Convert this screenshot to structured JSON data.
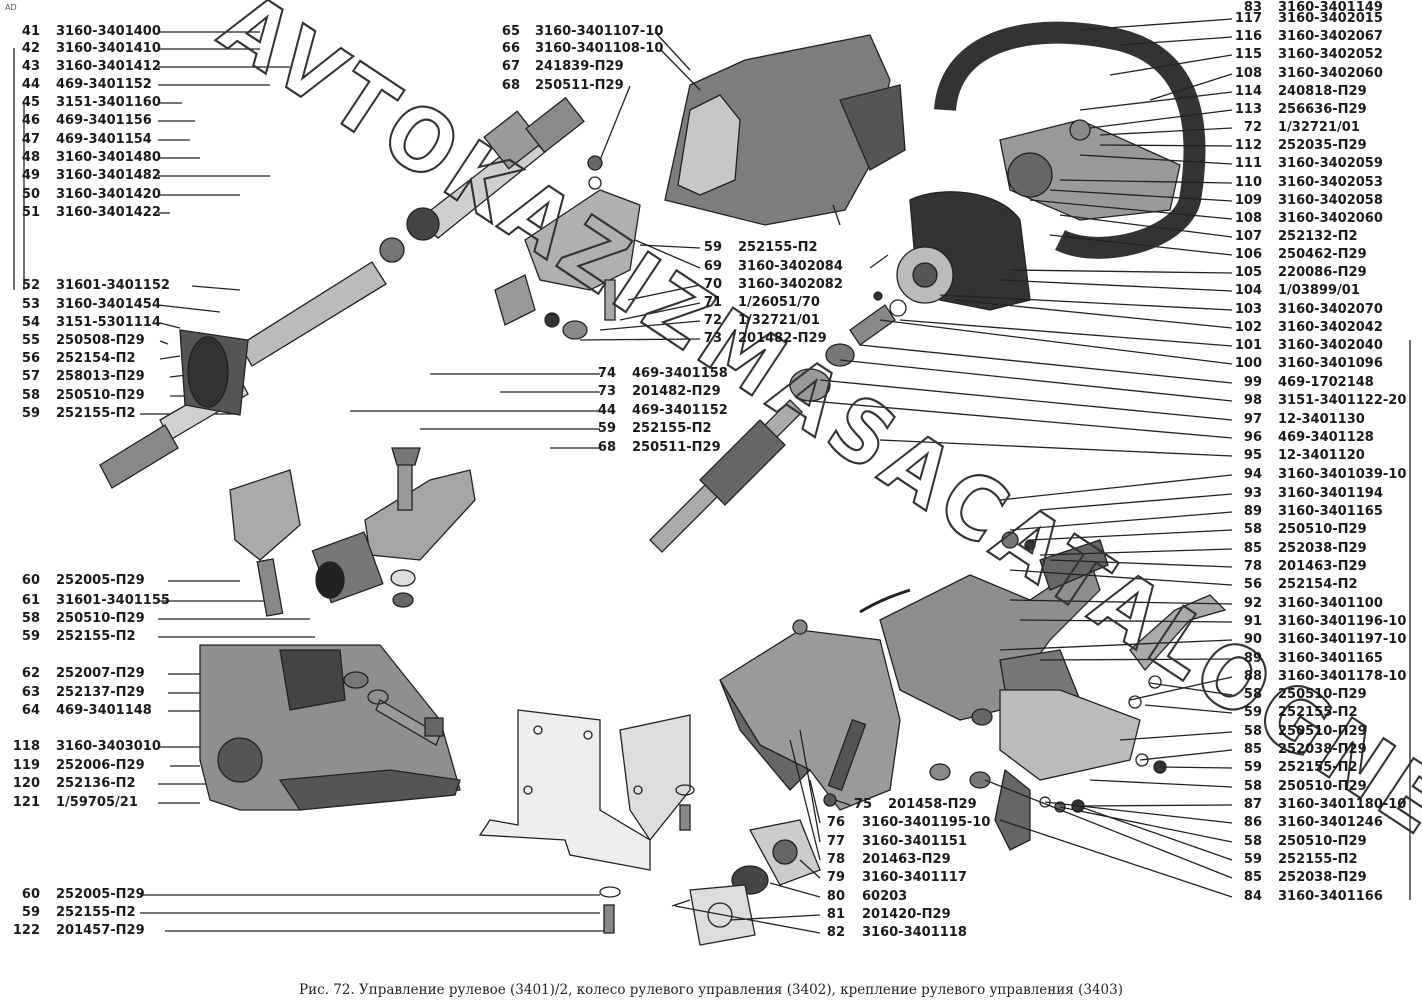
{
  "corner_mark": "AD",
  "caption": "Рис. 72. Управление рулевое (3401)/2, колесо рулевого управления (3402), крепление рулевого управления (3403)",
  "watermark": "AVTOKAZIZMASACATALOGNE",
  "left_parts": [
    {
      "num": "41",
      "code": "3160-3401400"
    },
    {
      "num": "42",
      "code": "3160-3401410"
    },
    {
      "num": "43",
      "code": "3160-3401412"
    },
    {
      "num": "44",
      "code": "469-3401152"
    },
    {
      "num": "45",
      "code": "3151-3401160"
    },
    {
      "num": "46",
      "code": "469-3401156"
    },
    {
      "num": "47",
      "code": "469-3401154"
    },
    {
      "num": "48",
      "code": "3160-3401480"
    },
    {
      "num": "49",
      "code": "3160-3401482"
    },
    {
      "num": "50",
      "code": "3160-3401420"
    },
    {
      "num": "51",
      "code": "3160-3401422"
    },
    {
      "num": "52",
      "code": "31601-3401152"
    },
    {
      "num": "53",
      "code": "3160-3401454"
    },
    {
      "num": "54",
      "code": "3151-5301114"
    },
    {
      "num": "55",
      "code": "250508-П29"
    },
    {
      "num": "56",
      "code": "252154-П2"
    },
    {
      "num": "57",
      "code": "258013-П29"
    },
    {
      "num": "58",
      "code": "250510-П29"
    },
    {
      "num": "59",
      "code": "252155-П2"
    },
    {
      "num": "60",
      "code": "252005-П29"
    },
    {
      "num": "61",
      "code": "31601-3401155"
    },
    {
      "num": "58",
      "code": "250510-П29"
    },
    {
      "num": "59",
      "code": "252155-П2"
    },
    {
      "num": "62",
      "code": "252007-П29"
    },
    {
      "num": "63",
      "code": "252137-П29"
    },
    {
      "num": "64",
      "code": "469-3401148"
    },
    {
      "num": "118",
      "code": "3160-3403010"
    },
    {
      "num": "119",
      "code": "252006-П29"
    },
    {
      "num": "120",
      "code": "252136-П2"
    },
    {
      "num": "121",
      "code": "1/59705/21"
    },
    {
      "num": "60",
      "code": "252005-П29"
    },
    {
      "num": "59",
      "code": "252155-П2"
    },
    {
      "num": "122",
      "code": "201457-П29"
    }
  ],
  "top_center_parts": [
    {
      "num": "65",
      "code": "3160-3401107-10"
    },
    {
      "num": "66",
      "code": "3160-3401108-10"
    },
    {
      "num": "67",
      "code": "241839-П29"
    },
    {
      "num": "68",
      "code": "250511-П29"
    }
  ],
  "mid_center_parts": [
    {
      "num": "59",
      "code": "252155-П2"
    },
    {
      "num": "69",
      "code": "3160-3402084"
    },
    {
      "num": "70",
      "code": "3160-3402082"
    },
    {
      "num": "71",
      "code": "1/26051/70"
    },
    {
      "num": "72",
      "code": "1/32721/01"
    },
    {
      "num": "73",
      "code": "201482-П29"
    }
  ],
  "lower_center_parts": [
    {
      "num": "74",
      "code": "469-3401158"
    },
    {
      "num": "73",
      "code": "201482-П29"
    },
    {
      "num": "44",
      "code": "469-3401152"
    },
    {
      "num": "59",
      "code": "252155-П2"
    },
    {
      "num": "68",
      "code": "250511-П29"
    }
  ],
  "bottom_center_parts": [
    {
      "num": "75",
      "code": "201458-П29"
    },
    {
      "num": "76",
      "code": "3160-3401195-10"
    },
    {
      "num": "77",
      "code": "3160-3401151"
    },
    {
      "num": "78",
      "code": "201463-П29"
    },
    {
      "num": "79",
      "code": "3160-3401117"
    },
    {
      "num": "80",
      "code": "60203"
    },
    {
      "num": "81",
      "code": "201420-П29"
    },
    {
      "num": "82",
      "code": "3160-3401118"
    }
  ],
  "right_parts": [
    {
      "num": "117",
      "code": "3160-3402015"
    },
    {
      "num": "116",
      "code": "3160-3402067"
    },
    {
      "num": "115",
      "code": "3160-3402052"
    },
    {
      "num": "108",
      "code": "3160-3402060"
    },
    {
      "num": "114",
      "code": "240818-П29"
    },
    {
      "num": "113",
      "code": "256636-П29"
    },
    {
      "num": "72",
      "code": "1/32721/01"
    },
    {
      "num": "112",
      "code": "252035-П29"
    },
    {
      "num": "111",
      "code": "3160-3402059"
    },
    {
      "num": "110",
      "code": "3160-3402053"
    },
    {
      "num": "109",
      "code": "3160-3402058"
    },
    {
      "num": "108",
      "code": "3160-3402060"
    },
    {
      "num": "107",
      "code": "252132-П2"
    },
    {
      "num": "106",
      "code": "250462-П29"
    },
    {
      "num": "105",
      "code": "220086-П29"
    },
    {
      "num": "104",
      "code": "1/03899/01"
    },
    {
      "num": "103",
      "code": "3160-3402070"
    },
    {
      "num": "102",
      "code": "3160-3402042"
    },
    {
      "num": "101",
      "code": "3160-3402040"
    },
    {
      "num": "100",
      "code": "3160-3401096"
    },
    {
      "num": "99",
      "code": "469-1702148"
    },
    {
      "num": "98",
      "code": "3151-3401122-20"
    },
    {
      "num": "97",
      "code": "12-3401130"
    },
    {
      "num": "96",
      "code": "469-3401128"
    },
    {
      "num": "95",
      "code": "12-3401120"
    },
    {
      "num": "94",
      "code": "3160-3401039-10"
    },
    {
      "num": "93",
      "code": "3160-3401194"
    },
    {
      "num": "89",
      "code": "3160-3401165"
    },
    {
      "num": "58",
      "code": "250510-П29"
    },
    {
      "num": "85",
      "code": "252038-П29"
    },
    {
      "num": "78",
      "code": "201463-П29"
    },
    {
      "num": "56",
      "code": "252154-П2"
    },
    {
      "num": "92",
      "code": "3160-3401100"
    },
    {
      "num": "91",
      "code": "3160-3401196-10"
    },
    {
      "num": "90",
      "code": "3160-3401197-10"
    },
    {
      "num": "89",
      "code": "3160-3401165"
    },
    {
      "num": "88",
      "code": "3160-3401178-10"
    },
    {
      "num": "58",
      "code": "250510-П29"
    },
    {
      "num": "59",
      "code": "252155-П2"
    },
    {
      "num": "58",
      "code": "250510-П29"
    },
    {
      "num": "85",
      "code": "252038-П29"
    },
    {
      "num": "59",
      "code": "252155-П2"
    },
    {
      "num": "58",
      "code": "250510-П29"
    },
    {
      "num": "87",
      "code": "3160-3401180-10"
    },
    {
      "num": "86",
      "code": "3160-3401246"
    },
    {
      "num": "58",
      "code": "250510-П29"
    },
    {
      "num": "59",
      "code": "252155-П2"
    },
    {
      "num": "85",
      "code": "252038-П29"
    },
    {
      "num": "84",
      "code": "3160-3401166"
    },
    {
      "num": "83",
      "code": "3160-3401149"
    }
  ]
}
